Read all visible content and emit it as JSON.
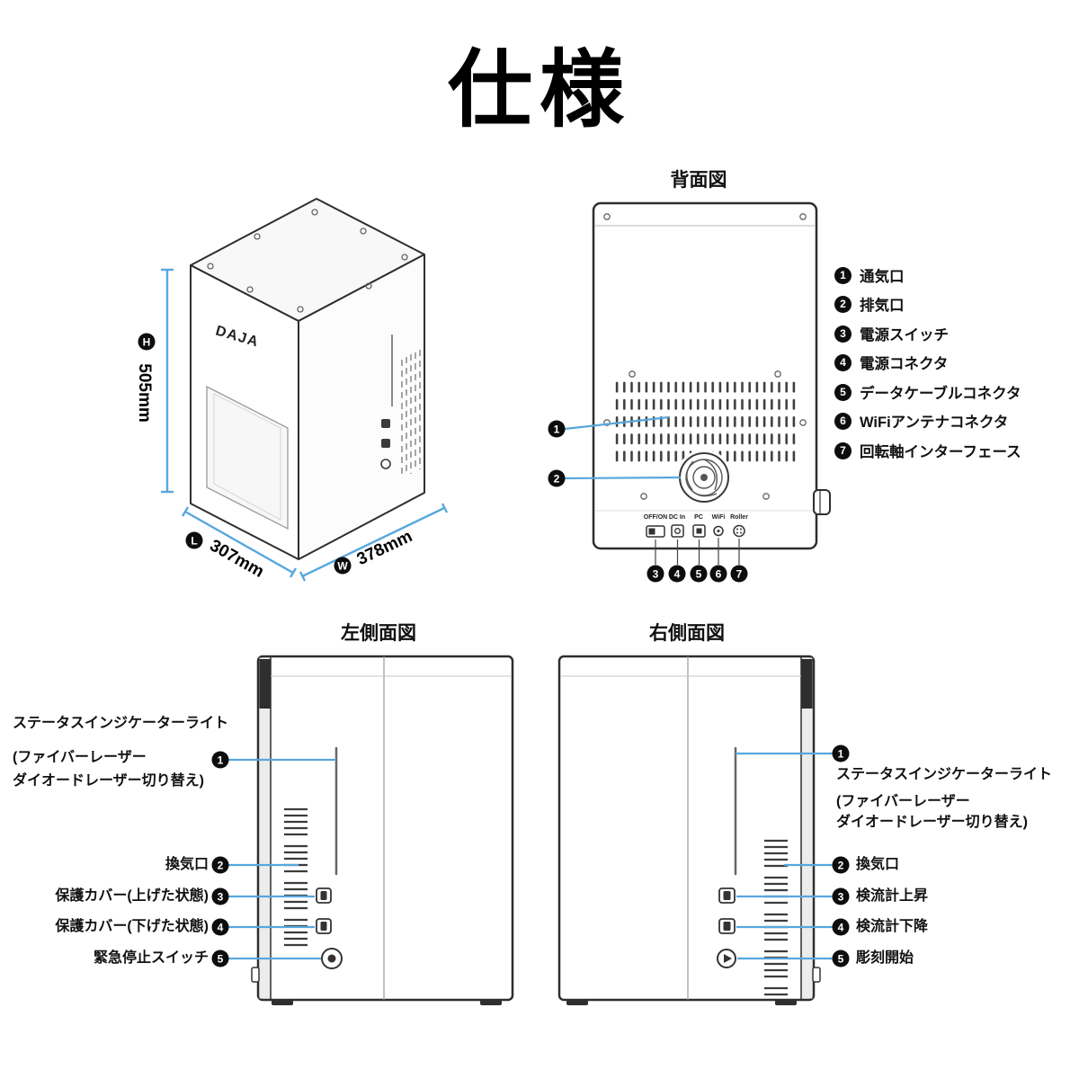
{
  "page": {
    "title": "仕様"
  },
  "colors": {
    "accent": "#57a7dd",
    "ink": "#111111",
    "badge": "#0d0d0d"
  },
  "iso": {
    "brand": "DAJA",
    "dims": {
      "h_badge": "H",
      "h_value": "505mm",
      "l_badge": "L",
      "l_value": "307mm",
      "w_badge": "W",
      "w_value": "378mm"
    }
  },
  "rear": {
    "title": "背面図",
    "ports": [
      "OFF/ON",
      "DC In",
      "PC",
      "WiFi",
      "Roller"
    ],
    "pointer_badges": [
      "1",
      "2"
    ],
    "port_badges": [
      "3",
      "4",
      "5",
      "6",
      "7"
    ],
    "legend": [
      {
        "num": "1",
        "label": "通気口"
      },
      {
        "num": "2",
        "label": "排気口"
      },
      {
        "num": "3",
        "label": "電源スイッチ"
      },
      {
        "num": "4",
        "label": "電源コネクタ"
      },
      {
        "num": "5",
        "label": "データケーブルコネクタ"
      },
      {
        "num": "6",
        "label": "WiFiアンテナコネクタ"
      },
      {
        "num": "7",
        "label": "回転軸インターフェース"
      }
    ]
  },
  "left_view": {
    "title": "左側面図",
    "callouts": [
      {
        "num": "1",
        "line1": "ステータスインジケーターライト",
        "line2": "(ファイバーレーザー",
        "line3": "ダイオードレーザー切り替え)"
      },
      {
        "num": "2",
        "label": "換気口"
      },
      {
        "num": "3",
        "label": "保護カバー(上げた状態)"
      },
      {
        "num": "4",
        "label": "保護カバー(下げた状態)"
      },
      {
        "num": "5",
        "label": "緊急停止スイッチ"
      }
    ]
  },
  "right_view": {
    "title": "右側面図",
    "callouts": [
      {
        "num": "1",
        "line1": "ステータスインジケーターライト",
        "line2": "(ファイバーレーザー",
        "line3": "ダイオードレーザー切り替え)"
      },
      {
        "num": "2",
        "label": "換気口"
      },
      {
        "num": "3",
        "label": "検流計上昇"
      },
      {
        "num": "4",
        "label": "検流計下降"
      },
      {
        "num": "5",
        "label": "彫刻開始"
      }
    ]
  }
}
